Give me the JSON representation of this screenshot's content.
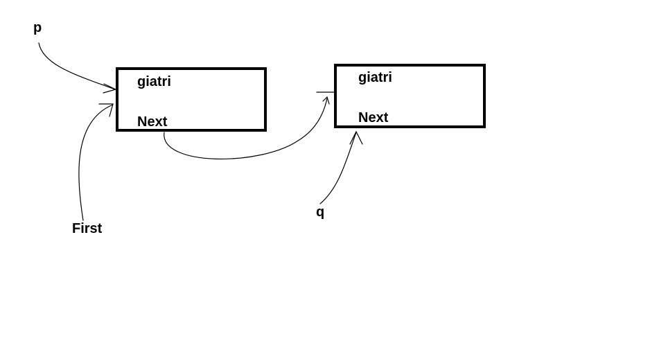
{
  "colors": {
    "ink": "#000000",
    "background": "#ffffff"
  },
  "pointers": {
    "p": "p",
    "first": "First",
    "q": "q"
  },
  "nodes": [
    {
      "data_field": "giatri",
      "next_field": "Next"
    },
    {
      "data_field": "giatri",
      "next_field": "Next"
    }
  ]
}
